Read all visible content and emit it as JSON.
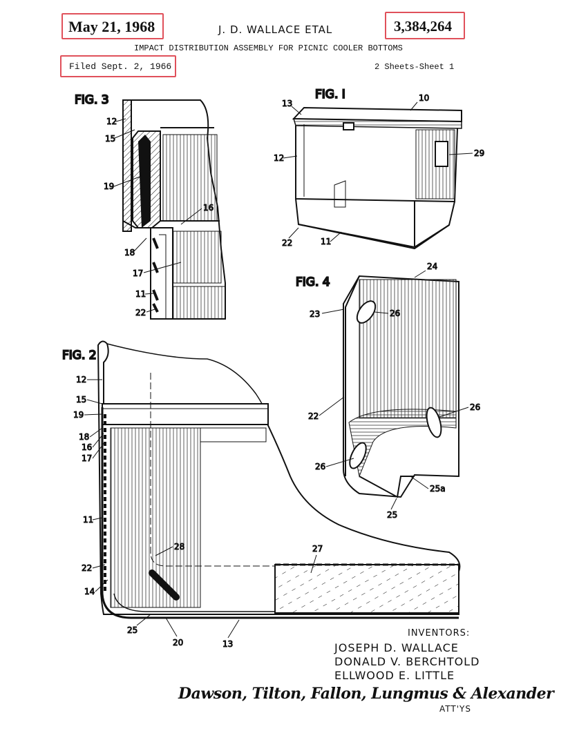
{
  "header": {
    "date": "May 21, 1968",
    "inventor_line": "J. D. WALLACE ETAL",
    "patent_number": "3,384,264",
    "title": "IMPACT DISTRIBUTION ASSEMBLY FOR PICNIC COOLER BOTTOMS",
    "filed": "Filed Sept. 2, 1966",
    "sheets": "2 Sheets-Sheet 1"
  },
  "figures": {
    "fig1": {
      "label": "FIG. I",
      "refs": [
        "10",
        "13",
        "12",
        "29",
        "22",
        "11"
      ]
    },
    "fig2": {
      "label": "FIG. 2",
      "refs": [
        "12",
        "15",
        "19",
        "18",
        "16",
        "17",
        "11",
        "22",
        "14",
        "25",
        "20",
        "13",
        "28",
        "27"
      ]
    },
    "fig3": {
      "label": "FIG. 3",
      "refs": [
        "12",
        "15",
        "19",
        "16",
        "18",
        "17",
        "11",
        "22"
      ]
    },
    "fig4": {
      "label": "FIG. 4",
      "refs": [
        "24",
        "23",
        "26",
        "22",
        "26",
        "26",
        "25a",
        "25"
      ]
    }
  },
  "inventors": {
    "heading": "INVENTORS:",
    "names": [
      "JOSEPH D. WALLACE",
      "DONALD V. BERCHTOLD",
      "ELLWOOD E. LITTLE"
    ]
  },
  "attorneys": {
    "signature": "Dawson, Tilton, Fallon, Lungmus & Alexander",
    "label": "ATT'YS"
  },
  "colors": {
    "highlight": "#e0505a",
    "ink": "#111111"
  }
}
